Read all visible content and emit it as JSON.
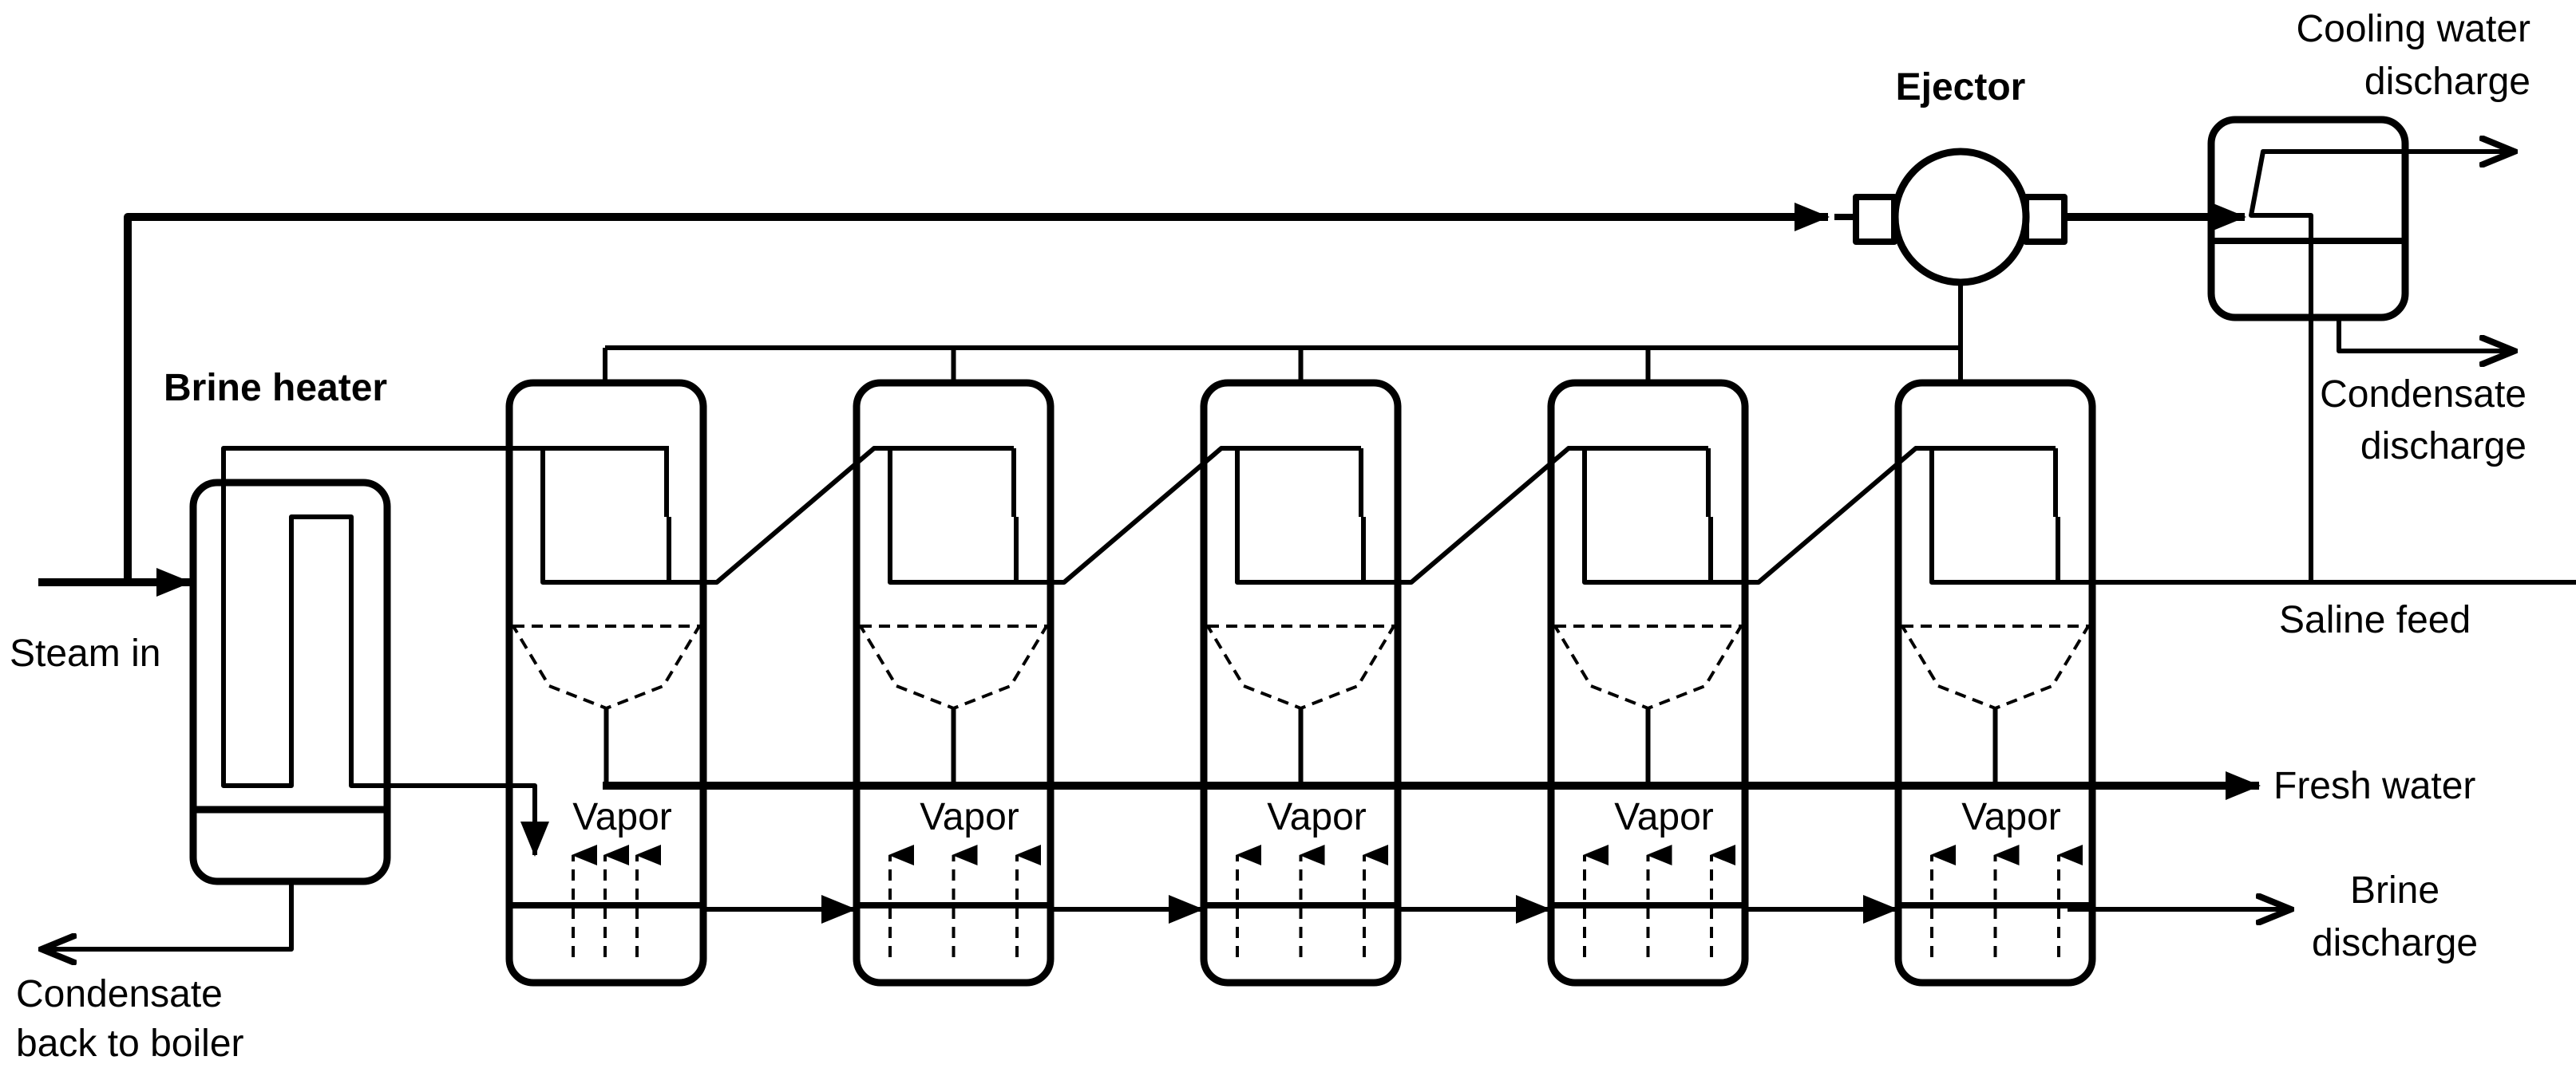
{
  "labels": {
    "ejector": "Ejector",
    "brine_heater": "Brine heater",
    "steam_in": "Steam in",
    "cooling_water_discharge": [
      "Cooling water",
      "discharge"
    ],
    "condensate_discharge": [
      "Condensate",
      "discharge"
    ],
    "saline_feed": "Saline feed",
    "fresh_water": "Fresh water",
    "brine_discharge": [
      "Brine",
      "discharge"
    ],
    "condensate_back": [
      "Condensate",
      "back to boiler"
    ],
    "vapor": "Vapor"
  },
  "stages": [
    {
      "vapor_label": "Vapor"
    },
    {
      "vapor_label": "Vapor"
    },
    {
      "vapor_label": "Vapor"
    },
    {
      "vapor_label": "Vapor"
    },
    {
      "vapor_label": "Vapor"
    }
  ]
}
